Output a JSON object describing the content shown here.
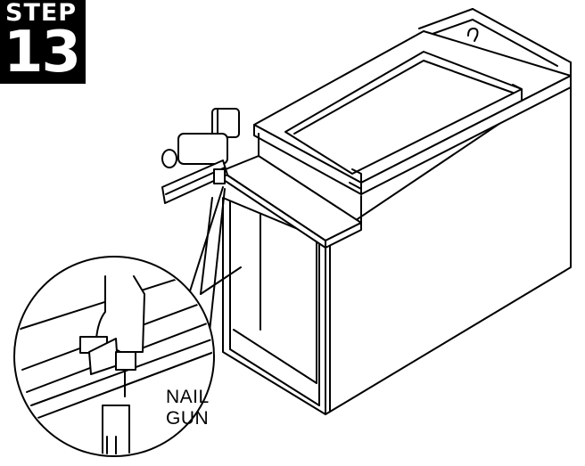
{
  "step": {
    "word": "STEP",
    "number": "13"
  },
  "callout": {
    "line1": "NAIL",
    "line2": "GUN"
  },
  "colors": {
    "ink": "#000000",
    "paper": "#ffffff"
  },
  "icons": {
    "tool": "nail-gun-icon"
  }
}
